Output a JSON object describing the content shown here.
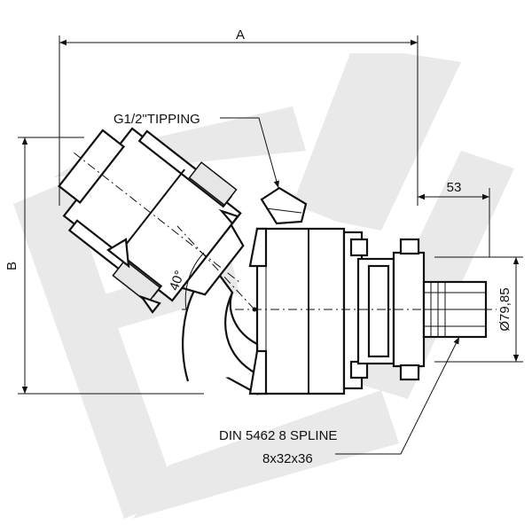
{
  "drawing": {
    "dim_a": "A",
    "dim_b": "B",
    "dim_53": "53",
    "dim_diameter": "Ø79,85",
    "angle": "40°",
    "callout_port": "G1/2\"TIPPING",
    "callout_spline_line1": "DIN 5462 8 SPLINE",
    "callout_spline_line2": "8x32x36",
    "watermark_text": "EV"
  },
  "colors": {
    "line": "#111111",
    "watermark": "#e8e8e8",
    "background": "#ffffff"
  }
}
